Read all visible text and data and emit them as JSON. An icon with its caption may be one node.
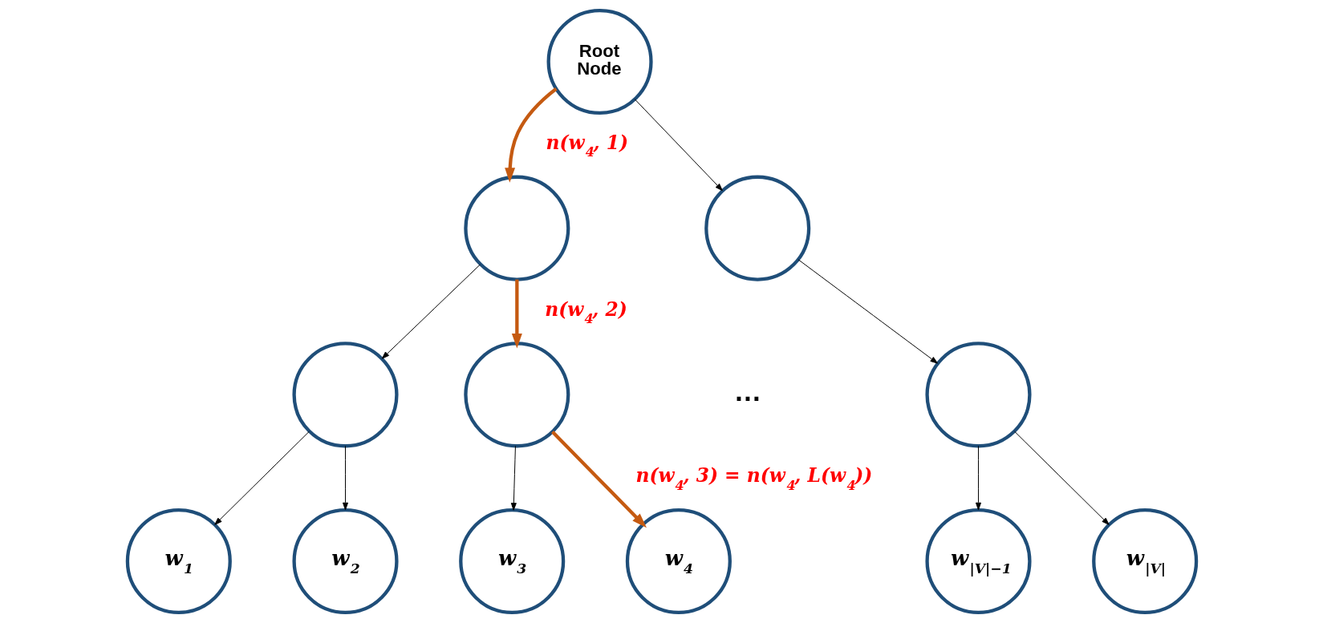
{
  "diagram": {
    "nodes": [
      {
        "text": [
          "Root Node"
        ]
      },
      {
        "text": [],
        "shape": "circle"
      },
      {
        "text": [],
        "shape": "circle"
      },
      {
        "text": [],
        "shape": "circle"
      },
      {
        "text": [],
        "shape": "circle"
      },
      {
        "text": [],
        "shape": "circle"
      },
      {
        "text": [
          "w$_{1}$"
        ]
      },
      {
        "text": [
          "w$_{2}$"
        ]
      },
      {
        "text": [
          "w$_{3}$"
        ]
      },
      {
        "text": [
          "w$_{4}$"
        ]
      },
      {
        "text": [
          "w$_{|V|−1}$"
        ]
      },
      {
        "text": [
          "w$_{|V|}$"
        ]
      }
    ],
    "edges": [
      {
        "from": 0,
        "to": 1,
        "arrow": "to",
        "label": "n(w$_{4}$, 1)",
        "style": "thick",
        "color": "#c55a11"
      },
      {
        "from": 0,
        "to": 2,
        "arrow": "to"
      },
      {
        "from": 1,
        "to": 3,
        "arrow": "to"
      },
      {
        "from": 1,
        "to": 4,
        "arrow": "to",
        "label": "n(w$_{4}$, 2)",
        "style": "thick",
        "color": "#c55a11"
      },
      {
        "from": 2,
        "to": 5,
        "arrow": "to"
      },
      {
        "from": 3,
        "to": 6,
        "arrow": "to"
      },
      {
        "from": 3,
        "to": 7,
        "arrow": "to"
      },
      {
        "from": 4,
        "to": 8,
        "arrow": "to"
      },
      {
        "from": 4,
        "to": 9,
        "arrow": "to",
        "label": "n(w$_{4}$, 3) = n(w$_{4}$, L(w$_{4}$))",
        "style": "thick",
        "color": "#c55a11"
      },
      {
        "from": 5,
        "to": 10,
        "arrow": "to"
      },
      {
        "from": 5,
        "to": 11,
        "arrow": "to"
      }
    ],
    "labels": [
      "…"
    ]
  }
}
